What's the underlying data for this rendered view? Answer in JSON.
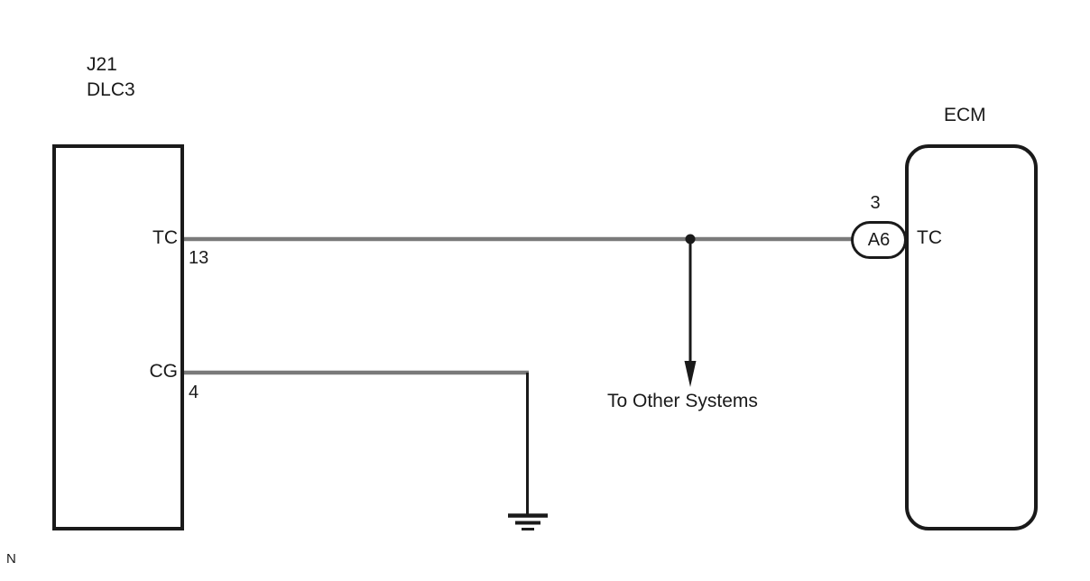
{
  "diagram": {
    "dlc3": {
      "code": "J21",
      "name": "DLC3",
      "pins": [
        {
          "label": "TC",
          "number": "13"
        },
        {
          "label": "CG",
          "number": "4"
        }
      ]
    },
    "ecm": {
      "name": "ECM",
      "pin": {
        "connector_id": "A6",
        "number": "3",
        "label": "TC"
      }
    },
    "branch_label": "To Other Systems",
    "footer_label": "N",
    "icons": {
      "ground": "ground-icon",
      "junction": "junction-dot",
      "branch_arrow": "arrow-down-icon"
    },
    "colors": {
      "wire": "#7a7a7a",
      "line": "#1a1a1a"
    }
  }
}
